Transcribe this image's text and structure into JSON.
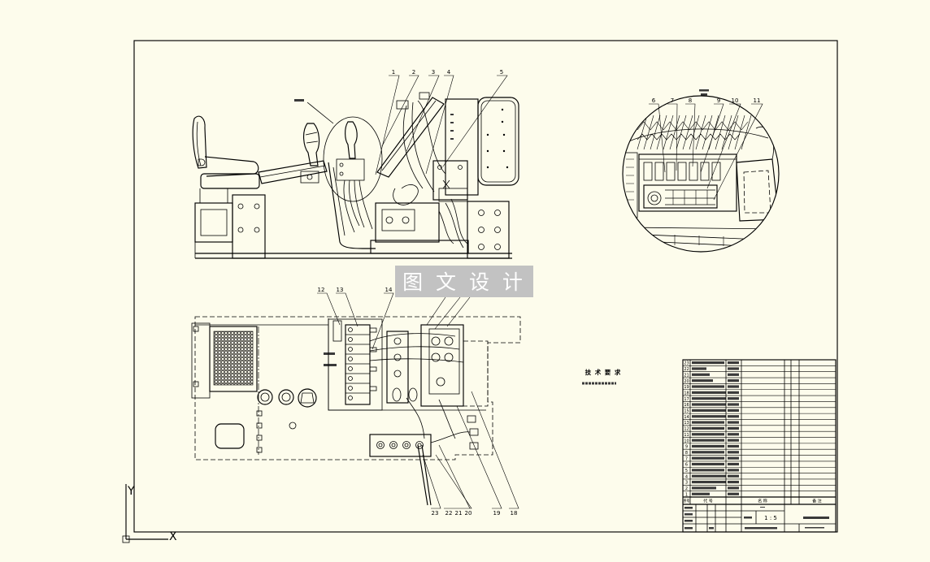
{
  "watermark": "图 文 设 计",
  "ucs": {
    "x_label": "X",
    "y_label": "Y"
  },
  "side_view": {
    "callouts": [
      "1",
      "2",
      "3",
      "4",
      "5"
    ]
  },
  "detail_view": {
    "callouts": [
      "6",
      "7",
      "8",
      "9",
      "10",
      "11"
    ]
  },
  "plan_view": {
    "callouts_top": [
      "12",
      "13",
      "14"
    ],
    "callouts_bottom": [
      "23",
      "22",
      "21",
      "20",
      "19",
      "18"
    ]
  },
  "technical_requirements": {
    "title": "技 术 要 求"
  },
  "parts_list": {
    "rows": [
      "23",
      "22",
      "21",
      "20",
      "19",
      "18",
      "17",
      "16",
      "15",
      "14",
      "13",
      "12",
      "11",
      "10",
      "9",
      "8",
      "7",
      "6",
      "5",
      "4",
      "3",
      "2",
      "1"
    ],
    "header": {
      "no": "序号",
      "code": "代 号",
      "name": "名 称",
      "note": "备 注"
    }
  },
  "title_block": {
    "scale": "1 : 5"
  },
  "colors": {
    "background": "#fdfcec",
    "line": "#000000",
    "watermark_box": "#c2c2c2",
    "watermark_text": "#ffffff"
  }
}
